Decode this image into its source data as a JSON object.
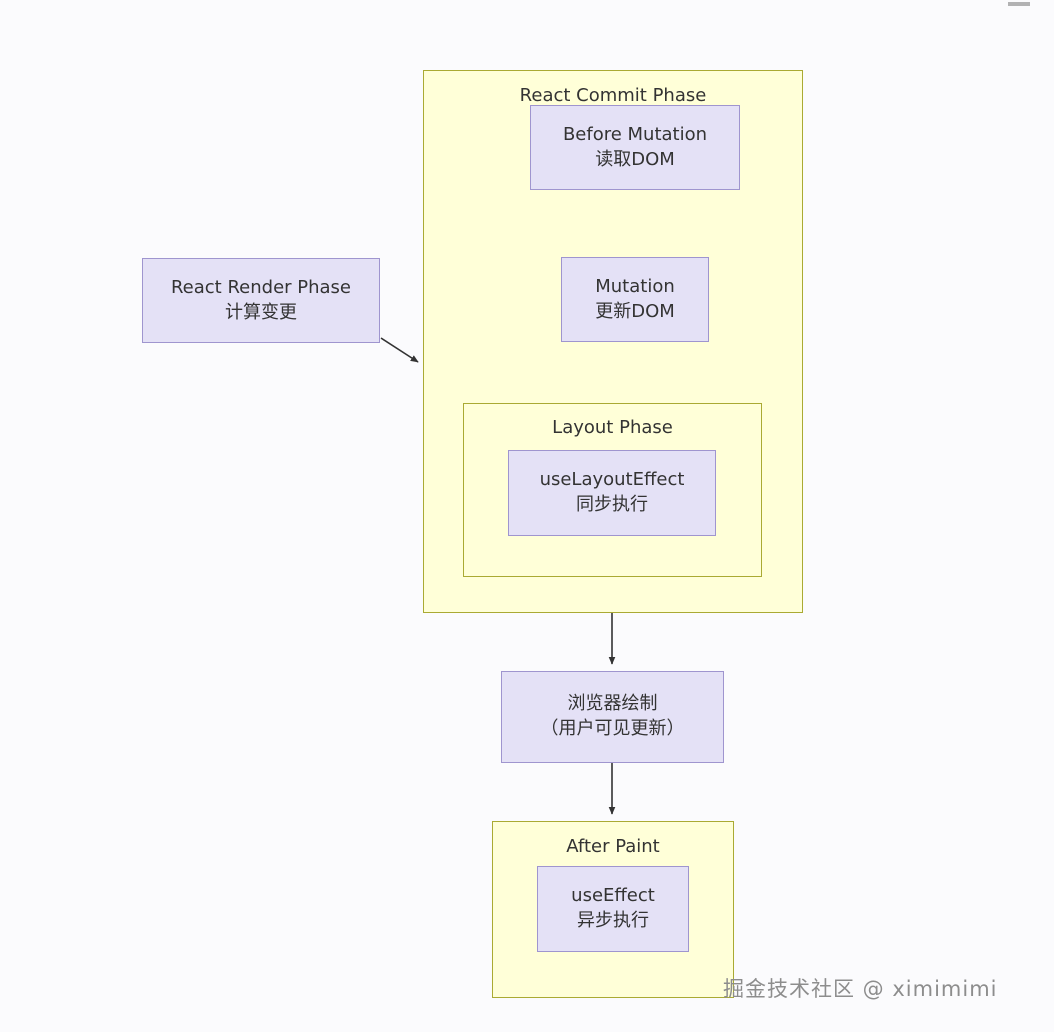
{
  "diagram": {
    "background_color": "#fbfbfd",
    "node_fill": "#e4e1f6",
    "node_border": "#9f95cf",
    "cluster_fill": "#ffffd8",
    "cluster_border": "#aaaa33",
    "text_color": "#333333",
    "edge_color": "#333333",
    "clusters": [
      {
        "id": "commit",
        "title": "React Commit Phase"
      },
      {
        "id": "layout",
        "title": "Layout Phase"
      },
      {
        "id": "afterpaint",
        "title": "After Paint"
      }
    ],
    "nodes": [
      {
        "id": "render_phase",
        "line1": "React Render Phase",
        "line2": "计算变更"
      },
      {
        "id": "before_mutation",
        "line1": "Before Mutation",
        "line2": "读取DOM"
      },
      {
        "id": "mutation",
        "line1": "Mutation",
        "line2": "更新DOM"
      },
      {
        "id": "uselayouteffect",
        "line1": "useLayoutEffect",
        "line2": "同步执行"
      },
      {
        "id": "browser_paint",
        "line1": "浏览器绘制",
        "line2": "（用户可见更新）"
      },
      {
        "id": "useeffect",
        "line1": "useEffect",
        "line2": "异步执行"
      }
    ],
    "edges": [
      {
        "from": "render_phase",
        "to": "commit_cluster"
      },
      {
        "from": "before_mutation",
        "to": "mutation"
      },
      {
        "from": "mutation",
        "to": "layout_cluster"
      },
      {
        "from": "commit_cluster",
        "to": "browser_paint"
      },
      {
        "from": "browser_paint",
        "to": "afterpaint_cluster"
      }
    ]
  },
  "watermark": {
    "text": "掘金技术社区 @ ximimimi"
  }
}
